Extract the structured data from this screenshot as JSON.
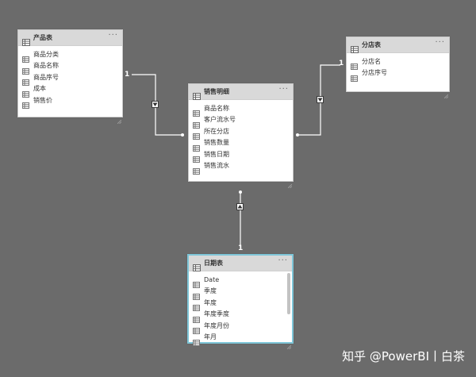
{
  "tables": {
    "product": {
      "title": "产品表",
      "menu": "···",
      "fields": [
        "商品分类",
        "商品名称",
        "商品序号",
        "成本",
        "销售价"
      ]
    },
    "store": {
      "title": "分店表",
      "menu": "···",
      "fields": [
        "分店名",
        "分店序号"
      ]
    },
    "sales": {
      "title": "销售明细",
      "menu": "···",
      "fields": [
        "商品名称",
        "客户流水号",
        "所在分店",
        "销售数量",
        "销售日期",
        "销售流水"
      ]
    },
    "date": {
      "title": "日期表",
      "menu": "···",
      "fields": [
        "Date",
        "季度",
        "年度",
        "年度季度",
        "年度月份",
        "年月"
      ]
    }
  },
  "relationships": {
    "product_sales": {
      "one_label": "1"
    },
    "store_sales": {
      "one_label": "1"
    },
    "date_sales": {
      "one_label": "1"
    }
  },
  "watermark": "知乎 @PowerBI丨白茶",
  "colors": {
    "canvas": "#6b6b6b",
    "card_header": "#d9d9d9",
    "selected_border": "#7ec6d8",
    "line": "#ffffff"
  }
}
